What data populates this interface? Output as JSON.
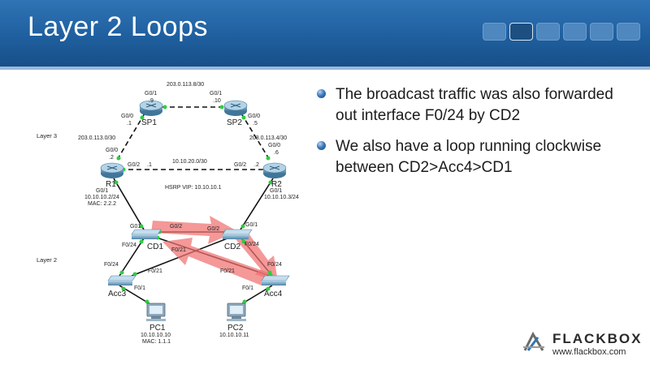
{
  "slide": {
    "title": "Layer 2 Loops"
  },
  "bullets": [
    "The broadcast traffic was also forwarded out interface F0/24 by CD2",
    "We also have a loop running clockwise between CD2>Acc4>CD1"
  ],
  "layers": {
    "layer3": "Layer 3",
    "layer2": "Layer 2"
  },
  "nodes": {
    "sp1": {
      "name": "SP1"
    },
    "sp2": {
      "name": "SP2"
    },
    "r1": {
      "name": "R1",
      "ip": "10.10.10.2/24",
      "mac": "MAC: 2.2.2"
    },
    "r2": {
      "name": "R2",
      "ip": "10.10.10.3/24"
    },
    "cd1": {
      "name": "CD1"
    },
    "cd2": {
      "name": "CD2"
    },
    "acc3": {
      "name": "Acc3"
    },
    "acc4": {
      "name": "Acc4"
    },
    "pc1": {
      "name": "PC1",
      "ip": "10.10.10.10",
      "mac": "MAC: 1.1.1"
    },
    "pc2": {
      "name": "PC2",
      "ip": "10.10.10.11"
    }
  },
  "networks": {
    "sp_link": "203.0.113.8/30",
    "sp1_r1": "203.0.113.0/30",
    "sp2_r2": "203.0.113.4/30",
    "r1_r2": "10.10.20.0/30",
    "hsrp": "HSRP VIP: 10.10.10.1"
  },
  "ports": {
    "sp1_g01": "G0/1",
    "sp1_g01_ip": ".9",
    "sp2_g01": "G0/1",
    "sp2_g01_ip": ".10",
    "sp1_g00": "G0/0",
    "sp1_g00_ip": ".1",
    "sp2_g00": "G0/0",
    "sp2_g00_ip": ".5",
    "r1_g00": "G0/0",
    "r1_g00_ip": ".2",
    "r2_g00": "G0/0",
    "r2_g00_ip": ".6",
    "r1_g02": "G0/2",
    "r1_g02_ip": ".1",
    "r2_g02": "G0/2",
    "r2_g02_ip": ".2",
    "r1_g01": "G0/1",
    "r2_g01": "G0/1",
    "cd1_g01": "G01",
    "cd1_g02": "G0/2",
    "cd2_g02": "G0/2",
    "cd2_g01": "G0/1",
    "cd1_f024": "F0/24",
    "cd2_f024": "F0/24",
    "cd1_f021": "F0/21",
    "cd2_f021": "F0/21",
    "acc3_f024": "F0/24",
    "acc3_f021": "F0/21",
    "acc4_f024": "F0/24",
    "acc3_f01": "F0/1",
    "acc4_f01": "F0/1"
  },
  "brand": {
    "name": "FLACKBOX",
    "url": "www.flackbox.com"
  },
  "colors": {
    "header": "#1f5f9f",
    "arrow": "#f07070",
    "router": "#6a9fbf",
    "switch": "#74a7c4",
    "link_up": "#2ecc40"
  }
}
